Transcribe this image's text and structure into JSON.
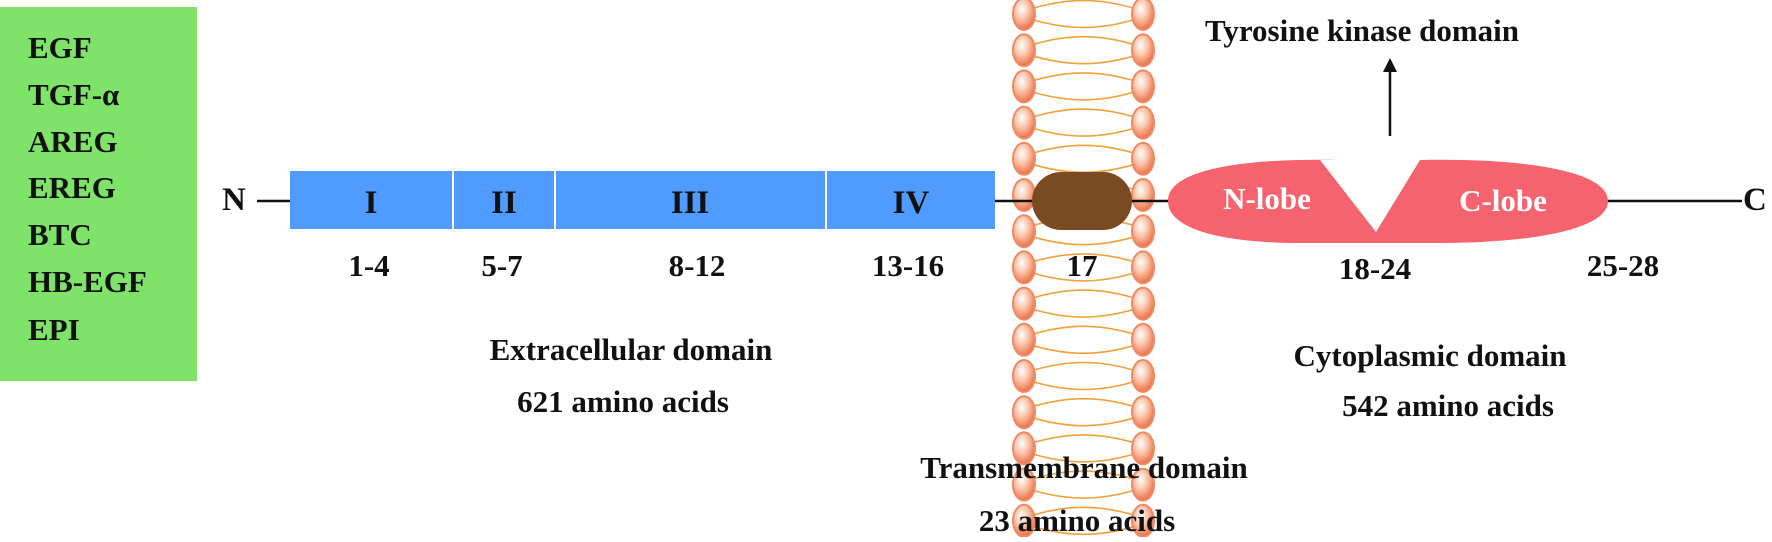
{
  "ligands": [
    "EGF",
    "TGF-α",
    "AREG",
    "EREG",
    "BTC",
    "HB-EGF",
    "EPI"
  ],
  "termini": {
    "n": "N",
    "c": "C"
  },
  "extracellular": {
    "subdomains": [
      {
        "name": "I",
        "exons": "1-4"
      },
      {
        "name": "II",
        "exons": "5-7"
      },
      {
        "name": "III",
        "exons": "8-12"
      },
      {
        "name": "IV",
        "exons": "13-16"
      }
    ],
    "title": "Extracellular domain",
    "length": "621 amino acids"
  },
  "transmembrane": {
    "exons": "17",
    "title": "Transmembrane domain",
    "length": "23 amino acids"
  },
  "cytoplasmic": {
    "kinase_label": "Tyrosine kinase domain",
    "n_lobe": "N-lobe",
    "c_lobe": "C-lobe",
    "kinase_exons": "18-24",
    "tail_exons": "25-28",
    "title": "Cytoplasmic domain",
    "length": "542 amino acids"
  },
  "colors": {
    "ligand_box": "#7fe36a",
    "subdomain": "#4f9bff",
    "transmembrane_segment": "#7a4a22",
    "kinase": "#f4636e",
    "membrane_head": "#ef8a63",
    "membrane_tail": "#f2a13a"
  }
}
